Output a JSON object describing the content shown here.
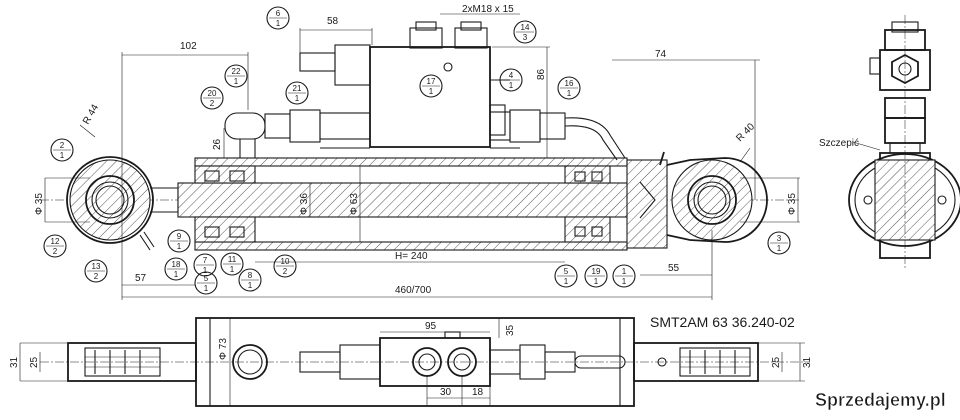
{
  "drawing": {
    "part_number": "SMT2AM 63 36.240-02",
    "watermark": "Sprzedajemy.pl",
    "side_label": "Szczepić"
  },
  "dimensions": {
    "d58": "58",
    "d102": "102",
    "thread": "2xM18 x 15",
    "d86": "86",
    "d74": "74",
    "r44": "R 44",
    "r40": "R 40",
    "d26": "26",
    "phi35_left": "Φ 35",
    "phi36": "Φ 36",
    "phi63": "Φ 63",
    "phi35_right": "Φ 35",
    "h240": "H= 240",
    "d57": "57",
    "d55": "55",
    "d460_700": "460/700",
    "d95": "95",
    "d35_top": "35",
    "phi73": "Φ 73",
    "d31_left": "31",
    "d25_left": "25",
    "d30": "30",
    "d18": "18",
    "d25_right": "25",
    "d31_right": "31"
  },
  "balloons": [
    {
      "top": "6",
      "bottom": "1"
    },
    {
      "top": "14",
      "bottom": "3"
    },
    {
      "top": "22",
      "bottom": "1"
    },
    {
      "top": "21",
      "bottom": "1"
    },
    {
      "top": "20",
      "bottom": "2"
    },
    {
      "top": "17",
      "bottom": "1"
    },
    {
      "top": "4",
      "bottom": "1"
    },
    {
      "top": "16",
      "bottom": "1"
    },
    {
      "top": "2",
      "bottom": "1"
    },
    {
      "top": "12",
      "bottom": "2"
    },
    {
      "top": "13",
      "bottom": "2"
    },
    {
      "top": "9",
      "bottom": "1"
    },
    {
      "top": "18",
      "bottom": "1"
    },
    {
      "top": "7",
      "bottom": "1"
    },
    {
      "top": "5",
      "bottom": "1"
    },
    {
      "top": "11",
      "bottom": "1"
    },
    {
      "top": "8",
      "bottom": "1"
    },
    {
      "top": "10",
      "bottom": "2"
    },
    {
      "top": "5",
      "bottom": "1"
    },
    {
      "top": "19",
      "bottom": "1"
    },
    {
      "top": "1",
      "bottom": "1"
    },
    {
      "top": "3",
      "bottom": "1"
    }
  ]
}
